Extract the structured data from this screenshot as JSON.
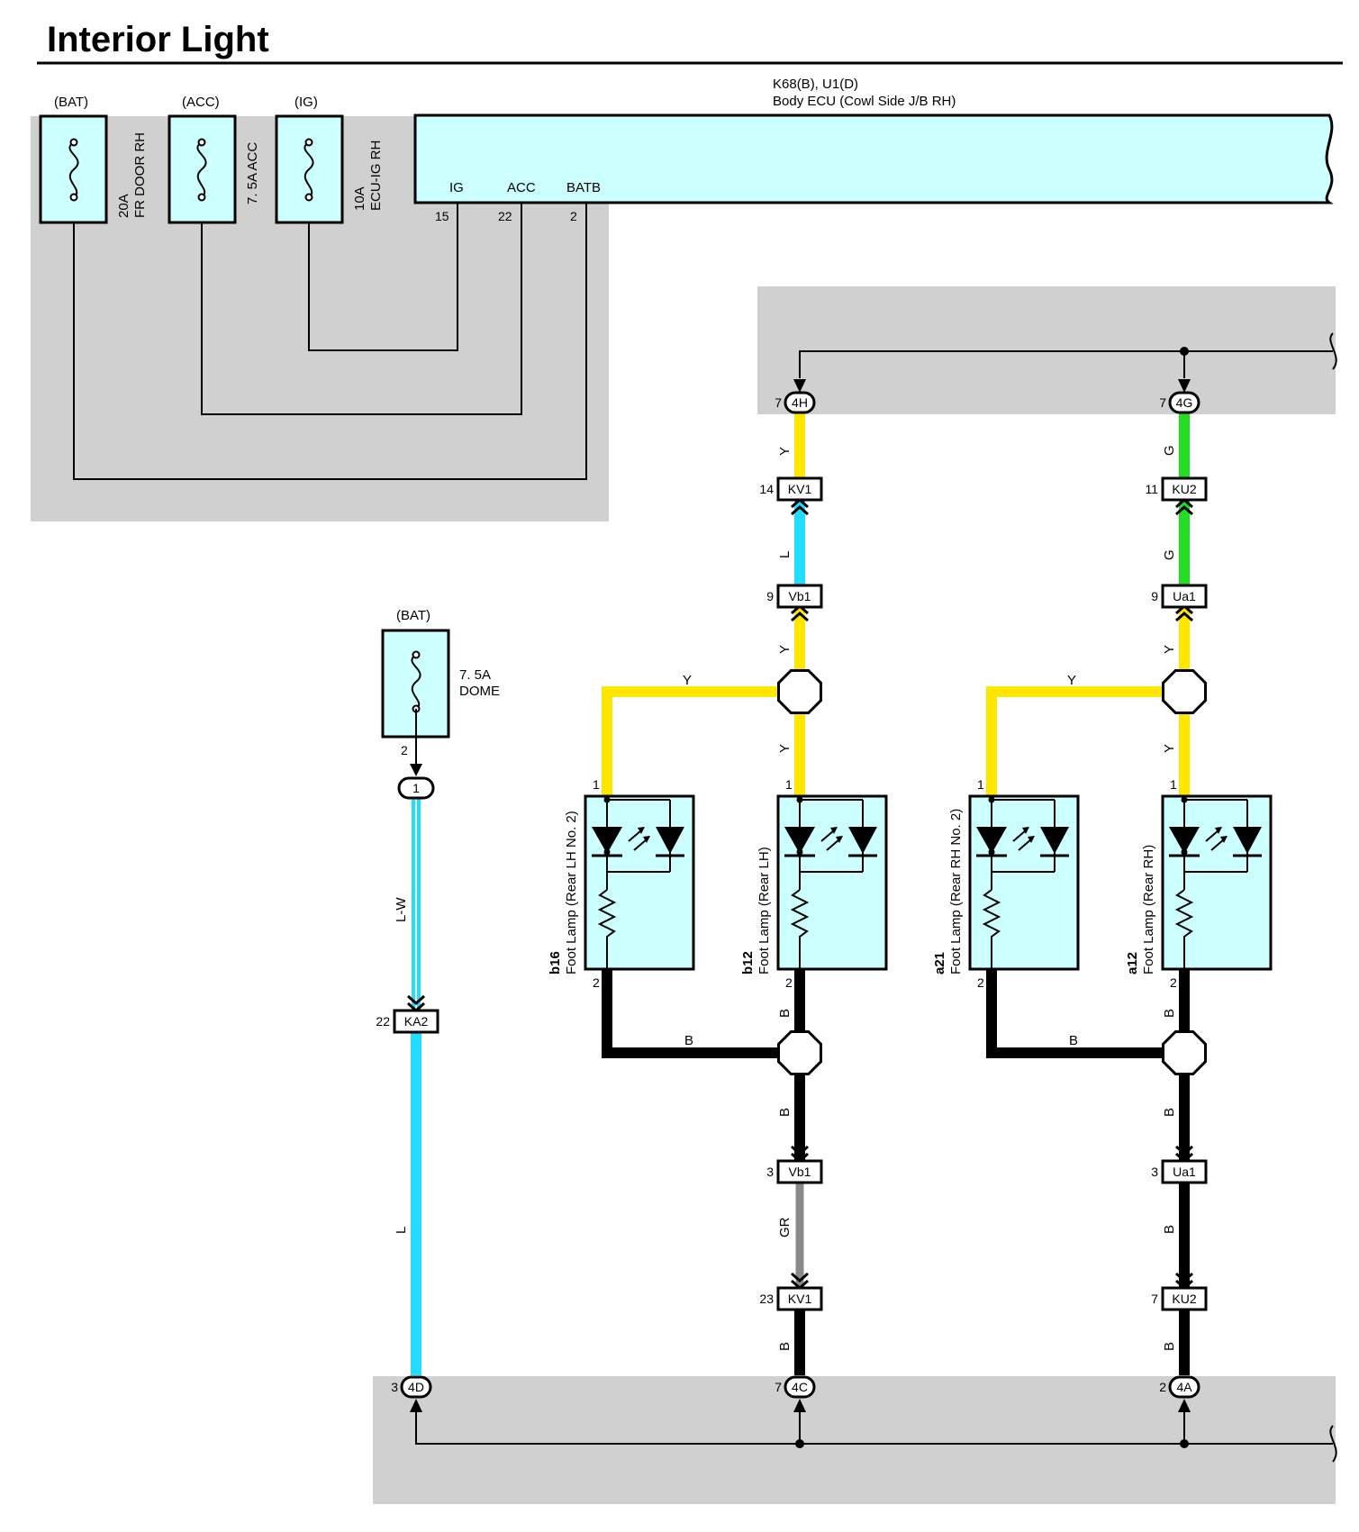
{
  "title": "Interior Light",
  "ecu": {
    "code": "K68(B), U1(D)",
    "name": "Body ECU (Cowl Side J/B RH)",
    "terminals": [
      {
        "name": "IG",
        "pin": "15"
      },
      {
        "name": "ACC",
        "pin": "22"
      },
      {
        "name": "BATB",
        "pin": "2"
      }
    ]
  },
  "fuses": [
    {
      "supply": "(BAT)",
      "rating": "20A",
      "name": "FR DOOR RH"
    },
    {
      "supply": "(ACC)",
      "rating": "7. 5A ACC",
      "name": ""
    },
    {
      "supply": "(IG)",
      "rating": "10A",
      "name": "ECU-IG RH"
    },
    {
      "supply": "(BAT)",
      "rating": "7. 5A",
      "name": "DOME",
      "pin": "2"
    }
  ],
  "connectors": {
    "c4H": {
      "id": "4H",
      "pin": "7"
    },
    "c4G": {
      "id": "4G",
      "pin": "7"
    },
    "kv1a": {
      "id": "KV1",
      "pin": "14"
    },
    "ku2a": {
      "id": "KU2",
      "pin": "11"
    },
    "vb1a": {
      "id": "Vb1",
      "pin": "9"
    },
    "ua1a": {
      "id": "Ua1",
      "pin": "9"
    },
    "c1": {
      "id": "1"
    },
    "ka2": {
      "id": "KA2",
      "pin": "22"
    },
    "vb1b": {
      "id": "Vb1",
      "pin": "3"
    },
    "ua1b": {
      "id": "Ua1",
      "pin": "3"
    },
    "kv1b": {
      "id": "KV1",
      "pin": "23"
    },
    "ku2b": {
      "id": "KU2",
      "pin": "7"
    },
    "c4D": {
      "id": "4D",
      "pin": "3"
    },
    "c4C": {
      "id": "4C",
      "pin": "7"
    },
    "c4A": {
      "id": "4A",
      "pin": "2"
    }
  },
  "lamps": [
    {
      "code": "b16",
      "name": "Foot Lamp (Rear LH No. 2)",
      "pin_in": "1",
      "pin_out": "2"
    },
    {
      "code": "b12",
      "name": "Foot Lamp (Rear LH)",
      "pin_in": "1",
      "pin_out": "2"
    },
    {
      "code": "a21",
      "name": "Foot Lamp (Rear RH No. 2)",
      "pin_in": "1",
      "pin_out": "2"
    },
    {
      "code": "a12",
      "name": "Foot Lamp (Rear RH)",
      "pin_in": "1",
      "pin_out": "2"
    }
  ],
  "wires": {
    "y": "Y",
    "g": "G",
    "l": "L",
    "b": "B",
    "gr": "GR",
    "lw": "L-W"
  },
  "colors": {
    "yellow": "#ffe600",
    "green": "#22dd22",
    "cyan": "#22ddff",
    "gray": "#8a8a8a",
    "black": "#000000",
    "box_fill": "#ccffff",
    "panel": "#d0d0d0"
  }
}
